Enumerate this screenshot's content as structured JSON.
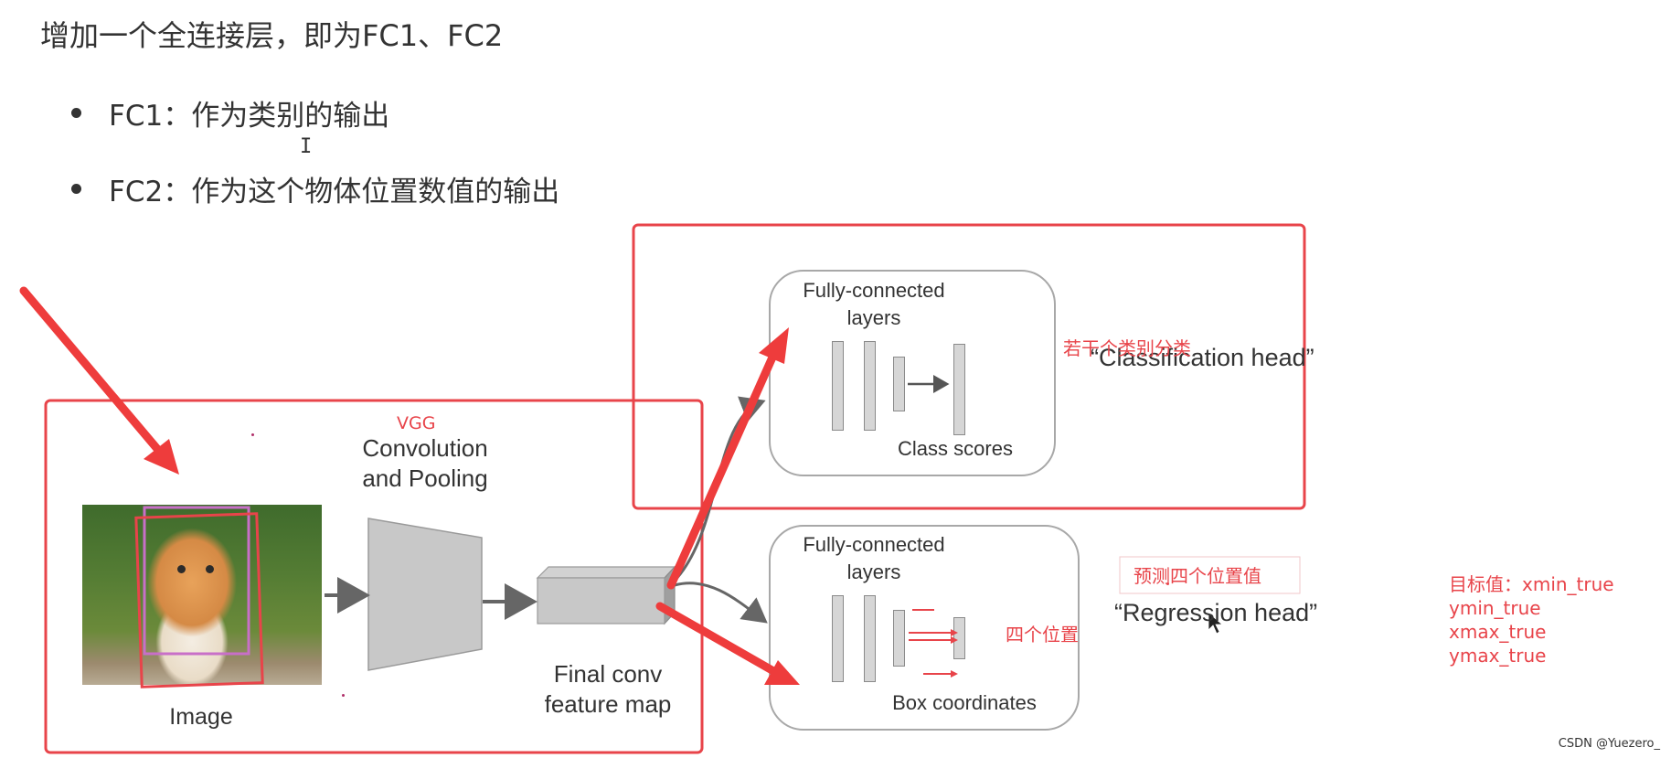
{
  "slide": {
    "heading": "增加一个全连接层，即为FC1、FC2",
    "bullets": [
      "FC1：作为类别的输出",
      "FC2：作为这个物体位置数值的输出"
    ]
  },
  "diagram": {
    "vgg_label": "VGG",
    "conv_label_line1": "Convolution",
    "conv_label_line2": "and Pooling",
    "image_label": "Image",
    "final_conv_line1": "Final conv",
    "final_conv_line2": "feature map",
    "cls_fc_line1": "Fully-connected",
    "cls_fc_line2": "layers",
    "cls_scores": "Class scores",
    "reg_fc_line1": "Fully-connected",
    "reg_fc_line2": "layers",
    "box_coords": "Box coordinates",
    "classification_head": "“Classification head”",
    "regression_head": "“Regression head”"
  },
  "annotations": {
    "cls_note": "若干个类别分类",
    "reg_note": "预测四个位置值",
    "four_pos": "四个位置",
    "target_title": "目标值：xmin_true",
    "targets": [
      "ymin_true",
      "xmax_true",
      "ymax_true"
    ]
  },
  "colors": {
    "annotation": "#e8444a",
    "bbox_pink": "#c86fc8",
    "bar_fill": "#d6d6d6"
  },
  "watermark": "CSDN @Yuezero_"
}
